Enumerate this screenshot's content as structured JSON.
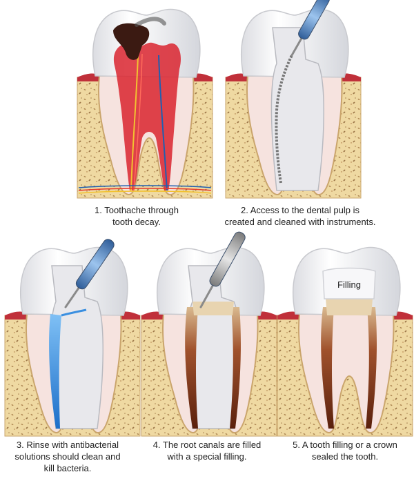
{
  "steps": [
    {
      "lines": [
        "1. Toothache through",
        "tooth decay."
      ]
    },
    {
      "lines": [
        "2. Access to the dental pulp is",
        "created and cleaned with instruments."
      ]
    },
    {
      "lines": [
        "3. Rinse with antibacterial",
        "solutions should clean and",
        "kill bacteria."
      ]
    },
    {
      "lines": [
        "4. The root canals are filled",
        "with a special filling."
      ]
    },
    {
      "lines": [
        "5. A tooth filling or a crown",
        "sealed the tooth."
      ]
    }
  ],
  "filling_label": "Filling",
  "colors": {
    "bone": "#efd9a2",
    "bone_dots": "#b08a55",
    "gum": "#c0303a",
    "enamel": "#f4f4f6",
    "dentin": "#f6e3df",
    "pulp_inflamed": "#d9252f",
    "decay": "#3b1a12",
    "rinse": "#3a8fe0",
    "canal_filling": "#e8d4b0",
    "root_filling": "#6b2a12",
    "instrument": "#5a8cc8"
  }
}
